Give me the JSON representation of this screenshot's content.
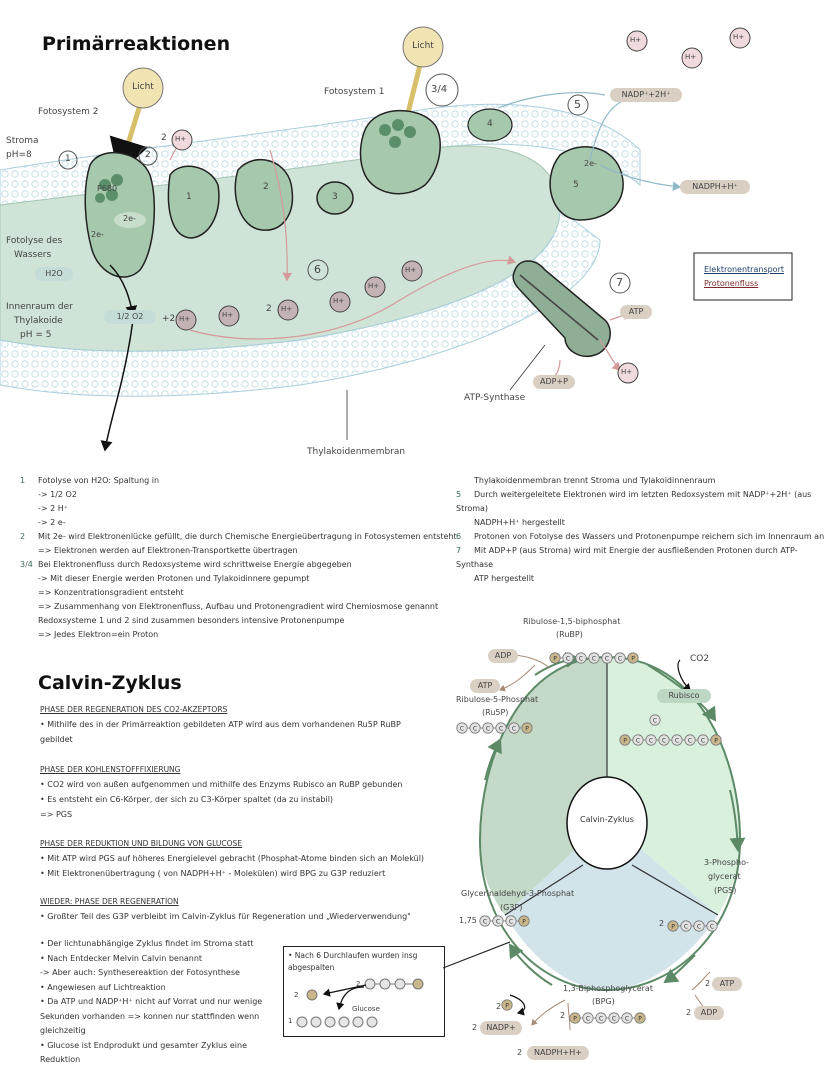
{
  "primaer": {
    "title": "Primärreaktionen",
    "light1": "Licht",
    "light2": "Licht",
    "ps2": "Fotosystem 2",
    "ps1": "Fotosystem 1",
    "stroma": "Stroma",
    "ph8": "pH=8",
    "fotolyse1": "Fotolyse des",
    "fotolyse2": "Wassers",
    "h2o": "H2O",
    "o2": "1/2 O2",
    "innen1": "Innenraum der",
    "innen2": "Thylakoide",
    "ph5": "pH = 5",
    "p680": "P680",
    "e2a": "2e-",
    "e2b": "2e-",
    "e2c": "2e-",
    "c1": "1",
    "c2": "2",
    "c3": "3",
    "c4": "4",
    "c5": "5",
    "two_h_top": "2",
    "plus2": "+2",
    "two_h_mid": "2",
    "n1": "1",
    "n2": "2",
    "n34": "3/4",
    "n5": "5",
    "n6": "6",
    "n7": "7",
    "hplus": "H+",
    "nadp_in": "NADP⁺+2H⁺",
    "nadph_out": "NADPH+H⁺",
    "atp": "ATP",
    "adp_p": "ADP+P",
    "atp_synthase": "ATP-Synthase",
    "thylakoid_membrane": "Thylakoidenmembran",
    "legend1": "Elektronentransport",
    "legend2": "Protonenfluss"
  },
  "notes_left": [
    {
      "num": "1",
      "text": "Fotolyse von H2O: Spaltung in"
    },
    {
      "num": "",
      "text": "-> 1/2 O2"
    },
    {
      "num": "",
      "text": "-> 2 H⁺"
    },
    {
      "num": "",
      "text": "-> 2 e-"
    },
    {
      "num": "2",
      "text": "Mit 2e- wird Elektronenlücke gefüllt, die durch Chemische Energieübertragung in Fotosystemen entsteht"
    },
    {
      "num": "",
      "text": "=> Elektronen werden auf Elektronen-Transportkette übertragen"
    },
    {
      "num": "3/4",
      "text": "Bei Elektronenfluss durch Redoxsysteme wird schrittweise Energie abgegeben"
    },
    {
      "num": "",
      "text": "-> Mit dieser Energie werden Protonen und Tylakoidinnere gepumpt"
    },
    {
      "num": "",
      "text": "=> Konzentrationsgradient entsteht"
    },
    {
      "num": "",
      "text": "=> Zusammenhang von Elektronenfluss, Aufbau und Protonengradient wird Chemiosmose genannt"
    },
    {
      "num": "",
      "text": "Redoxsysteme 1 und 2 sind zusammen besonders intensive Protonenpumpe"
    },
    {
      "num": "",
      "text": "=> Jedes Elektron=ein Proton"
    }
  ],
  "notes_right": [
    {
      "num": "",
      "text": "Thylakoidenmembran trennt Stroma und Tylakoidinnenraum"
    },
    {
      "num": "5",
      "text": "Durch weitergeleitete Elektronen wird im letzten Redoxsystem mit NADP⁺+2H⁺ (aus Stroma)"
    },
    {
      "num": "",
      "text": "NADPH+H⁺ hergestellt"
    },
    {
      "num": "6",
      "text": "Protonen von Fotolyse des Wassers und Protonenpumpe reichern sich im Innenraum an"
    },
    {
      "num": "7",
      "text": "Mit ADP+P (aus Stroma) wird mit Energie der ausfließenden Protonen durch ATP-Synthase"
    },
    {
      "num": "",
      "text": "ATP hergestellt"
    }
  ],
  "calvin": {
    "title": "Calvin-Zyklus",
    "s1_head": "PHASE DER REGENERATION DES CO2-AKZEPTORS",
    "s1_lines": [
      "• Mithilfe des in der Primärreaktion gebildeten ATP wird aus dem vorhandenen Ru5P RuBP",
      "gebildet"
    ],
    "s2_head": "PHASE DER KOHLENSTOFFFIXIERUNG",
    "s2_lines": [
      "• CO2 wird von außen aufgenommen und mithilfe des Enzyms Rubisco an RuBP gebunden",
      "• Es entsteht ein C6-Körper, der sich zu C3-Körper spaltet (da zu instabil)",
      "=> PGS"
    ],
    "s3_head": "PHASE DER REDUKTION UND BILDUNG VON GLUCOSE",
    "s3_lines": [
      "• Mit ATP wird PGS auf höheres Energielevel gebracht (Phosphat-Atome binden sich an Molekül)",
      "• Mit Elektronenübertragung ( von NADPH+H⁺ - Molekülen) wird BPG zu G3P reduziert"
    ],
    "s4_head": "WIEDER: PHASE DER REGENERATION",
    "s4_lines": [
      "• Großter Teil des G3P verbleibt im Calvin-Zyklus für Regeneration und „Wiederverwendung\""
    ],
    "s5_lines": [
      "• Der lichtunabhängige Zyklus findet im Stroma statt",
      "• Nach Entdecker Melvin Calvin benannt",
      "-> Aber auch: Synthesereaktion der Fotosynthese",
      "• Angewiesen auf Lichtreaktion",
      "• Da ATP und NADP⁺H⁺ nicht auf Vorrat und nur wenige",
      "Sekunden vorhanden => konnen nur stattfinden wenn",
      "gleichzeitig",
      "• Glucose ist Endprodukt und gesamter Zyklus eine Reduktion"
    ],
    "box_line1": "• Nach 6 Durchlaufen wurden insg",
    "box_line2": "abgespalten",
    "box_glucose": "Glucose",
    "box_n2": "2",
    "box_n1": "1"
  },
  "cycle": {
    "center": "Calvin-Zyklus",
    "rubp1": "Ribulose-1,5-biphosphat",
    "rubp2": "(RuBP)",
    "ru5p1": "Ribulose-5-Phosphat",
    "ru5p2": "(Ru5P)",
    "co2": "CO2",
    "rubisco": "Rubisco",
    "pgs1": "3-Phospho-",
    "pgs2": "glycerat",
    "pgs3": "(PGS)",
    "g3p1": "Glycerinaldehyd-3-Phosphat",
    "g3p2": "(G3P)",
    "bpg1": "1,3-Biphosphoglycerat",
    "bpg2": "(BPG)",
    "adp": "ADP",
    "atp": "ATP",
    "nadp": "NADP+",
    "nadph": "NADPH+H+",
    "n175": "1,75",
    "n2": "2",
    "c": "C",
    "p": "P"
  }
}
